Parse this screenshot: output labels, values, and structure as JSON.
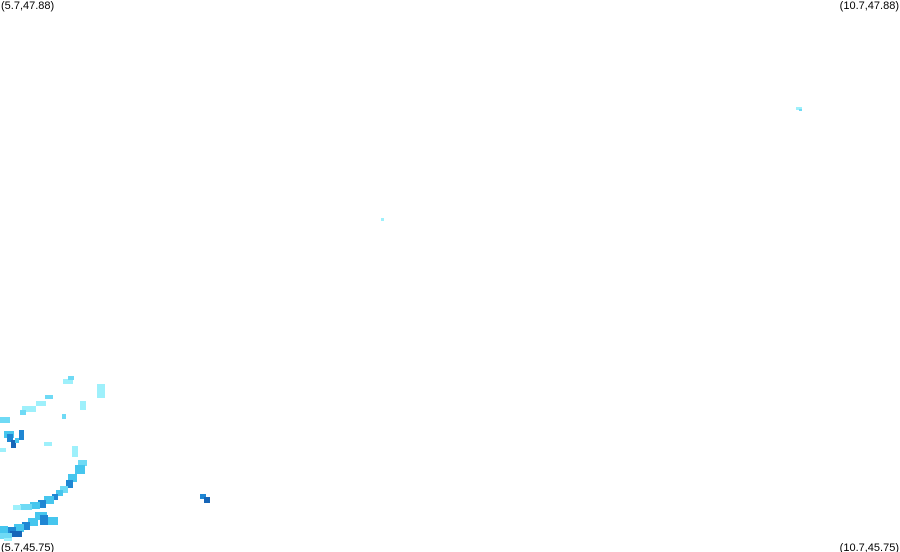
{
  "map": {
    "corners": {
      "top_left": "(5.7,47.88)",
      "top_right": "(10.7,47.88)",
      "bottom_left": "(5.7,45.75)",
      "bottom_right": "(10.7,45.75)"
    },
    "bounds": {
      "lon_min": 5.7,
      "lon_max": 10.7,
      "lat_min": 45.75,
      "lat_max": 47.88
    },
    "colors": {
      "background": "#ffffff",
      "light": "#9ef0fb",
      "medium": "#46c6ee",
      "dark": "#1f86d3",
      "darker": "#1766b8"
    }
  }
}
